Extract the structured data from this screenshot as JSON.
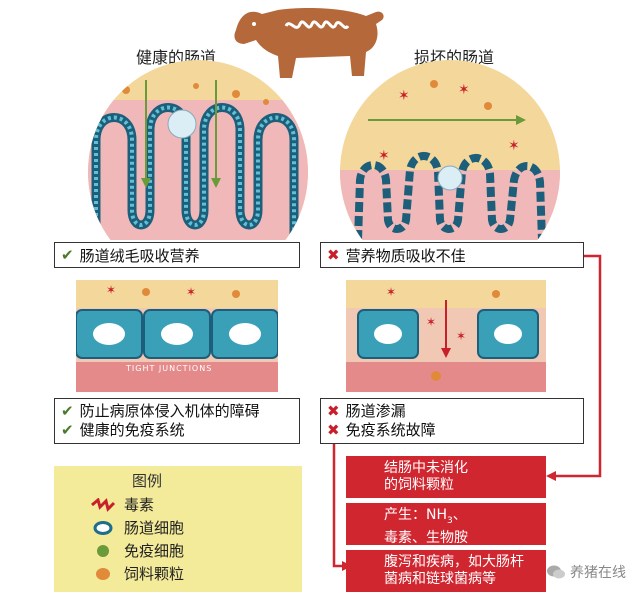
{
  "titles": {
    "healthy": "健康的肠道",
    "damaged": "损坏的肠道"
  },
  "healthy_box": {
    "text": "肠道绒毛吸收营养"
  },
  "damaged_box": {
    "text": "营养物质吸收不佳"
  },
  "healthy_detail": {
    "label": "TIGHT JUNCTIONS"
  },
  "healthy_results": [
    "防止病原体侵入机体的障碍",
    "健康的免疫系统"
  ],
  "damaged_results": [
    "肠道渗漏",
    "免疫系统故障"
  ],
  "legend": {
    "title": "图例",
    "items": [
      {
        "label": "毒素",
        "icon": "toxin-icon"
      },
      {
        "label": "肠道细胞",
        "icon": "gut-cell-icon"
      },
      {
        "label": "免疫细胞",
        "icon": "immune-cell-icon"
      },
      {
        "label": "饲料颗粒",
        "icon": "feed-particle-icon"
      }
    ]
  },
  "consequences": {
    "box1": [
      "结肠中未消化",
      "的饲料颗粒"
    ],
    "box2_line1": "产生：NH",
    "box2_sub": "3",
    "box2_line1_end": "、",
    "box2_line2": "毒素、生物胺",
    "box3": [
      "腹泻和疾病，如大肠杆",
      "菌病和链球菌病等"
    ]
  },
  "watermark": {
    "text": "养猪在线"
  },
  "colors": {
    "pig": "#b5683a",
    "tissue": "#f0b8b8",
    "lumen": "#f4d79a",
    "cell": "#3aa0b8",
    "red": "#cf2630",
    "legend_bg": "#f3eb9a"
  }
}
